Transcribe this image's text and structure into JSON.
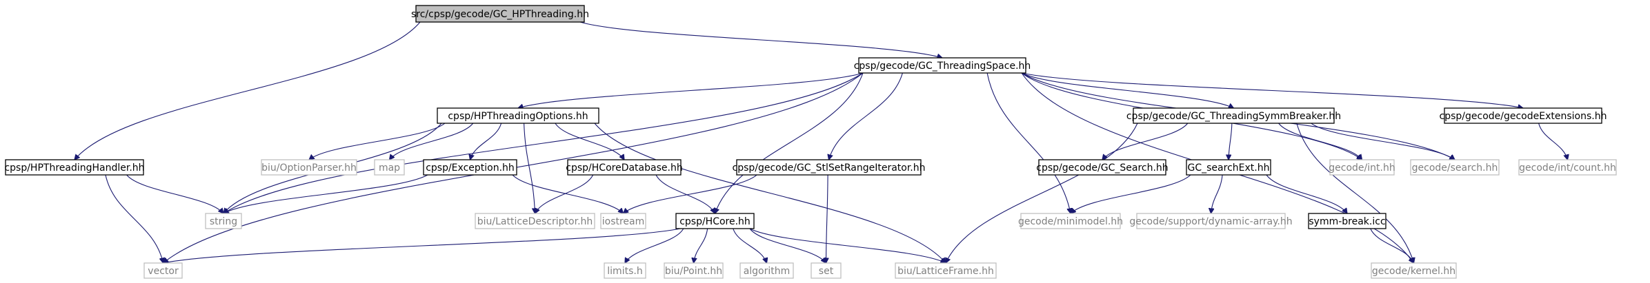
{
  "colors": {
    "edge": "#191970",
    "root_fill": "#bfbfbf",
    "root_border": "#000000",
    "documented_border": "#000000",
    "external_border": "#bfbfbf",
    "documented_text": "#000000",
    "external_text": "#7f7f7f",
    "box_fill": "#ffffff"
  },
  "nodes": [
    {
      "id": "root",
      "label": "src/cpsp/gecode/GC_HPThreading.hh",
      "kind": "root"
    },
    {
      "id": "threadingspace",
      "label": "cpsp/gecode/GC_ThreadingSpace.hh",
      "kind": "documented"
    },
    {
      "id": "hpthreadinghandler",
      "label": "cpsp/HPThreadingHandler.hh",
      "kind": "documented"
    },
    {
      "id": "hpthreadingoptions",
      "label": "cpsp/HPThreadingOptions.hh",
      "kind": "documented"
    },
    {
      "id": "symmbreaker",
      "label": "cpsp/gecode/GC_ThreadingSymmBreaker.hh",
      "kind": "documented"
    },
    {
      "id": "gecodeext",
      "label": "cpsp/gecode/gecodeExtensions.hh",
      "kind": "documented"
    },
    {
      "id": "optionparser",
      "label": "biu/OptionParser.hh",
      "kind": "external"
    },
    {
      "id": "map",
      "label": "map",
      "kind": "external"
    },
    {
      "id": "exception",
      "label": "cpsp/Exception.hh",
      "kind": "documented"
    },
    {
      "id": "hcoredatabase",
      "label": "cpsp/HCoreDatabase.hh",
      "kind": "documented"
    },
    {
      "id": "stlsetrange",
      "label": "cpsp/gecode/GC_StlSetRangeIterator.hh",
      "kind": "documented"
    },
    {
      "id": "gcsearch",
      "label": "cpsp/gecode/GC_Search.hh",
      "kind": "documented"
    },
    {
      "id": "searchext",
      "label": "GC_searchExt.hh",
      "kind": "documented"
    },
    {
      "id": "gecodeint",
      "label": "gecode/int.hh",
      "kind": "external"
    },
    {
      "id": "gecodesearch",
      "label": "gecode/search.hh",
      "kind": "external"
    },
    {
      "id": "intcount",
      "label": "gecode/int/count.hh",
      "kind": "external"
    },
    {
      "id": "string",
      "label": "string",
      "kind": "external"
    },
    {
      "id": "latticedesc",
      "label": "biu/LatticeDescriptor.hh",
      "kind": "external"
    },
    {
      "id": "iostream",
      "label": "iostream",
      "kind": "external"
    },
    {
      "id": "hcore",
      "label": "cpsp/HCore.hh",
      "kind": "documented"
    },
    {
      "id": "minimodel",
      "label": "gecode/minimodel.hh",
      "kind": "external"
    },
    {
      "id": "dynarray",
      "label": "gecode/support/dynamic-array.hh",
      "kind": "external"
    },
    {
      "id": "symmbreakicc",
      "label": "symm-break.icc",
      "kind": "documented"
    },
    {
      "id": "vector",
      "label": "vector",
      "kind": "external"
    },
    {
      "id": "limits",
      "label": "limits.h",
      "kind": "external"
    },
    {
      "id": "point",
      "label": "biu/Point.hh",
      "kind": "external"
    },
    {
      "id": "algorithm",
      "label": "algorithm",
      "kind": "external"
    },
    {
      "id": "set",
      "label": "set",
      "kind": "external"
    },
    {
      "id": "latticeframe",
      "label": "biu/LatticeFrame.hh",
      "kind": "external"
    },
    {
      "id": "kernel",
      "label": "gecode/kernel.hh",
      "kind": "external"
    }
  ],
  "edges": [
    {
      "from": "root",
      "to": "threadingspace"
    },
    {
      "from": "root",
      "to": "hpthreadinghandler"
    },
    {
      "from": "threadingspace",
      "to": "hpthreadingoptions"
    },
    {
      "from": "threadingspace",
      "to": "symmbreaker"
    },
    {
      "from": "threadingspace",
      "to": "gecodeext"
    },
    {
      "from": "threadingspace",
      "to": "string"
    },
    {
      "from": "threadingspace",
      "to": "vector"
    },
    {
      "from": "threadingspace",
      "to": "hcore"
    },
    {
      "from": "threadingspace",
      "to": "stlsetrange"
    },
    {
      "from": "threadingspace",
      "to": "minimodel"
    },
    {
      "from": "threadingspace",
      "to": "gecodeint"
    },
    {
      "from": "threadingspace",
      "to": "gecodesearch"
    },
    {
      "from": "threadingspace",
      "to": "kernel"
    },
    {
      "from": "hpthreadinghandler",
      "to": "string"
    },
    {
      "from": "hpthreadinghandler",
      "to": "vector"
    },
    {
      "from": "hpthreadingoptions",
      "to": "optionparser"
    },
    {
      "from": "hpthreadingoptions",
      "to": "map"
    },
    {
      "from": "hpthreadingoptions",
      "to": "exception"
    },
    {
      "from": "hpthreadingoptions",
      "to": "hcoredatabase"
    },
    {
      "from": "hpthreadingoptions",
      "to": "string"
    },
    {
      "from": "hpthreadingoptions",
      "to": "latticedesc"
    },
    {
      "from": "hpthreadingoptions",
      "to": "latticeframe"
    },
    {
      "from": "exception",
      "to": "string"
    },
    {
      "from": "exception",
      "to": "iostream"
    },
    {
      "from": "hcoredatabase",
      "to": "latticedesc"
    },
    {
      "from": "hcoredatabase",
      "to": "hcore"
    },
    {
      "from": "stlsetrange",
      "to": "iostream"
    },
    {
      "from": "stlsetrange",
      "to": "set"
    },
    {
      "from": "hcore",
      "to": "vector"
    },
    {
      "from": "hcore",
      "to": "limits"
    },
    {
      "from": "hcore",
      "to": "point"
    },
    {
      "from": "hcore",
      "to": "algorithm"
    },
    {
      "from": "hcore",
      "to": "set"
    },
    {
      "from": "hcore",
      "to": "latticeframe"
    },
    {
      "from": "symmbreaker",
      "to": "gcsearch"
    },
    {
      "from": "symmbreaker",
      "to": "searchext"
    },
    {
      "from": "symmbreaker",
      "to": "gecodeint"
    },
    {
      "from": "symmbreaker",
      "to": "gecodesearch"
    },
    {
      "from": "symmbreaker",
      "to": "latticeframe"
    },
    {
      "from": "symmbreaker",
      "to": "kernel"
    },
    {
      "from": "searchext",
      "to": "minimodel"
    },
    {
      "from": "searchext",
      "to": "dynarray"
    },
    {
      "from": "searchext",
      "to": "symmbreakicc"
    },
    {
      "from": "symmbreakicc",
      "to": "kernel"
    },
    {
      "from": "gecodeext",
      "to": "intcount"
    }
  ]
}
